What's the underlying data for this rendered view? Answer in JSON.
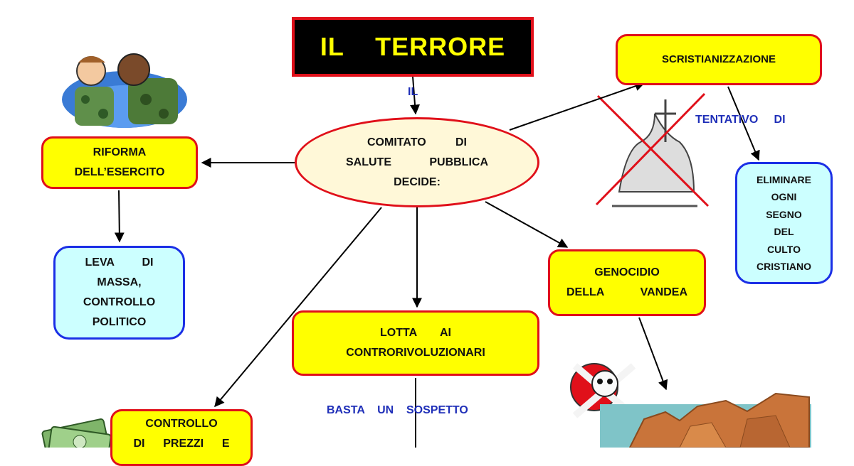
{
  "title": "IL    TERRORE",
  "link_il": "IL",
  "center": {
    "line1": "COMITATO DI",
    "line2": "SALUTE PUBBLICA",
    "line3": "DECIDE:"
  },
  "riforma": {
    "line1": "RIFORMA",
    "line2": "DELL’ESERCITO"
  },
  "leva": {
    "line1": "LEVA DI",
    "line2": "MASSA,",
    "line3": "CONTROLLO",
    "line4": "POLITICO"
  },
  "scristian": "SCRISTIANIZZAZIONE",
  "tentativo": "TENTATIVO     DI",
  "eliminare": {
    "line1": "ELIMINARE",
    "line2": "OGNI",
    "line3": "SEGNO",
    "line4": "DEL",
    "line5": "CULTO",
    "line6": "CRISTIANO"
  },
  "genocidio": {
    "line1": "GENOCIDIO",
    "line2": "DELLA VANDEA"
  },
  "lotta": {
    "line1": "LOTTA AI",
    "line2": "CONTRORIVOLUZIONARI"
  },
  "basta": "BASTA    UN    SOSPETTO",
  "controllo": {
    "line1": "CONTROLLO",
    "line2": "DI PREZZI E"
  },
  "colors": {
    "box_fill": "#ffff00",
    "box_border": "#e0101a",
    "cyan_fill": "#ccffff",
    "cyan_border": "#1b2fe6",
    "ellipse_fill": "#fff8d8",
    "link_text": "#1f2fb8"
  },
  "icons": [
    "soldiers-illustration",
    "crossed-out-church-icon",
    "skull-crossbones-icon",
    "vandea-map",
    "money-icon"
  ]
}
